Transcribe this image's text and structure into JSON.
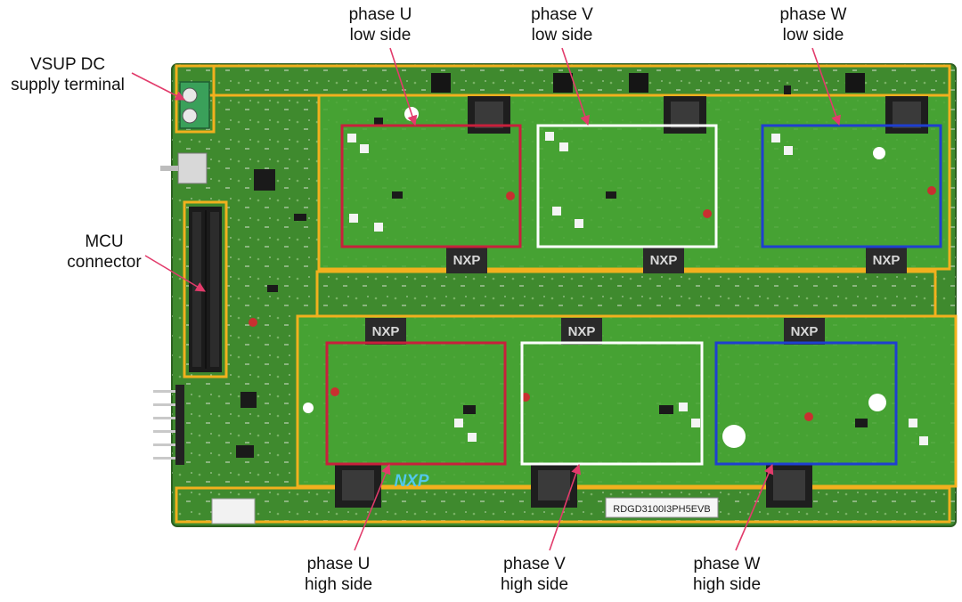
{
  "labels": {
    "vsup": {
      "line1": "VSUP DC",
      "line2": "supply terminal"
    },
    "mcu": {
      "line1": "MCU",
      "line2": "connector"
    },
    "u_low": {
      "line1": "phase U",
      "line2": "low side"
    },
    "v_low": {
      "line1": "phase V",
      "line2": "low side"
    },
    "w_low": {
      "line1": "phase W",
      "line2": "low side"
    },
    "u_high": {
      "line1": "phase U",
      "line2": "high side"
    },
    "v_high": {
      "line1": "phase V",
      "line2": "high side"
    },
    "w_high": {
      "line1": "phase W",
      "line2": "high side"
    }
  },
  "board": {
    "part_number": "RDGD3100I3PH5EVB",
    "brand": "NXP"
  },
  "colors": {
    "pcb": "#3f8a2e",
    "pcb_dark": "#2f6e22",
    "highlight_yellow": "#f2b01e",
    "box_red": "#c8203c",
    "box_white": "#ffffff",
    "box_blue": "#1f3fd0",
    "arrow": "#e23b6b"
  }
}
